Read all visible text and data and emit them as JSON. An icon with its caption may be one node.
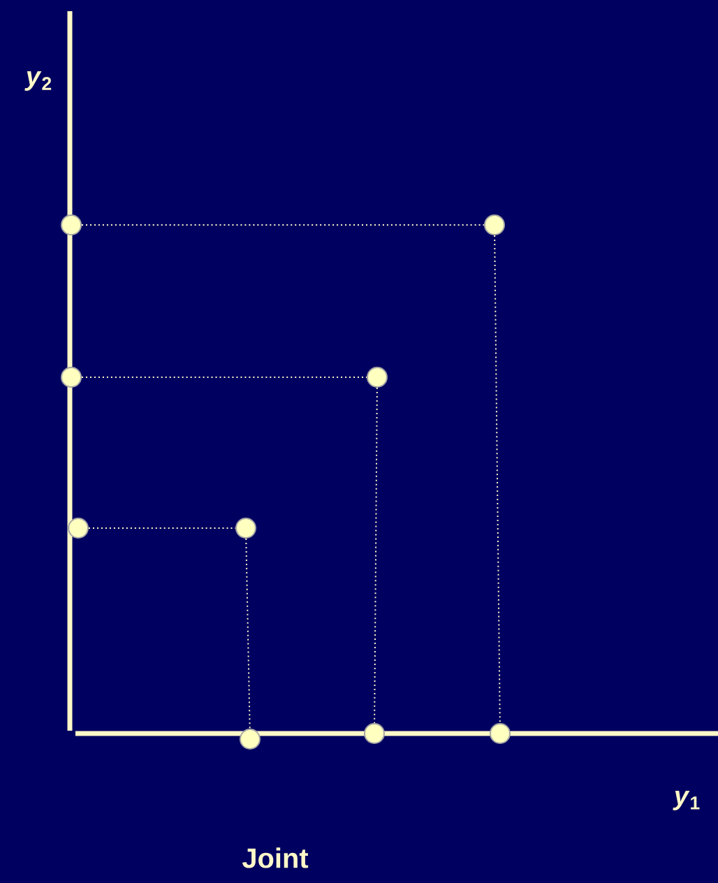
{
  "diagram": {
    "nodes": [
      {
        "text": [],
        "shape": "circle"
      },
      {
        "text": [],
        "shape": "circle"
      },
      {
        "text": [],
        "shape": "circle"
      },
      {
        "text": [],
        "shape": "circle"
      },
      {
        "text": [],
        "shape": "circle"
      },
      {
        "text": [],
        "shape": "circle"
      },
      {
        "text": [],
        "shape": "circle"
      },
      {
        "text": [],
        "shape": "circle"
      },
      {
        "text": [],
        "shape": "circle"
      }
    ],
    "edges": [
      {
        "from": 0,
        "to": 1,
        "arrow": "none",
        "style": "dashed"
      },
      {
        "from": 1,
        "to": 8,
        "arrow": "none",
        "style": "dashed"
      },
      {
        "from": 2,
        "to": 3,
        "arrow": "none",
        "style": "dashed"
      },
      {
        "from": 3,
        "to": 7,
        "arrow": "none",
        "style": "dashed"
      },
      {
        "from": 4,
        "to": 5,
        "arrow": "none",
        "style": "dashed"
      },
      {
        "from": 5,
        "to": 6,
        "arrow": "none",
        "style": "dashed"
      }
    ],
    "labels": [
      "*y*$_{2}$",
      "*y*$_{1}$",
      "Joint"
    ]
  }
}
